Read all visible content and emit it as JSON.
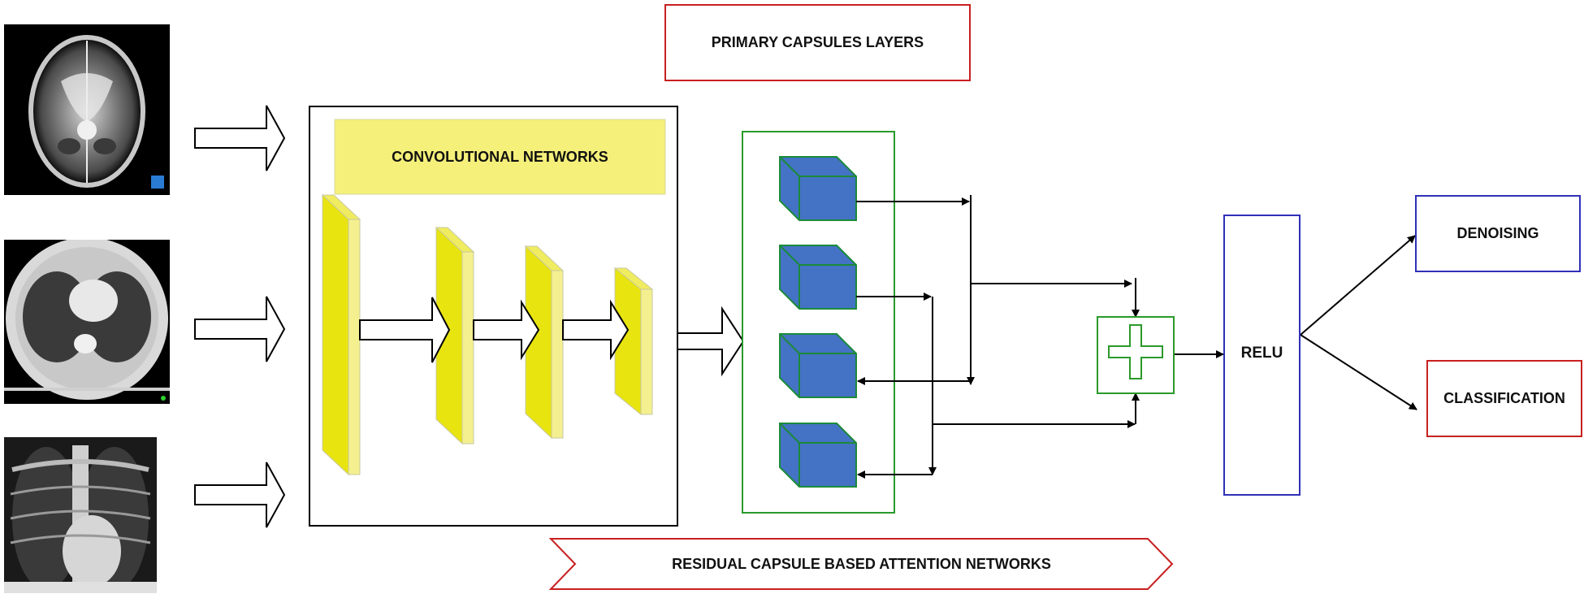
{
  "labels": {
    "primary_capsules": "PRIMARY CAPSULES LAYERS",
    "convolutional": "CONVOLUTIONAL NETWORKS",
    "relu": "RELU",
    "denoising": "DENOISING",
    "classification": "CLASSIFICATION",
    "residual": "RESIDUAL CAPSULE BASED ATTENTION NETWORKS"
  },
  "colors": {
    "red_border": "#c82020",
    "blue_border": "#3030b8",
    "green_border": "#2a9a2a",
    "cube_blue": "#4472c4",
    "cube_edge": "#1a8a3a",
    "layer_yellow": "#e8e410",
    "conv_box_yellow": "#f5f07a"
  }
}
